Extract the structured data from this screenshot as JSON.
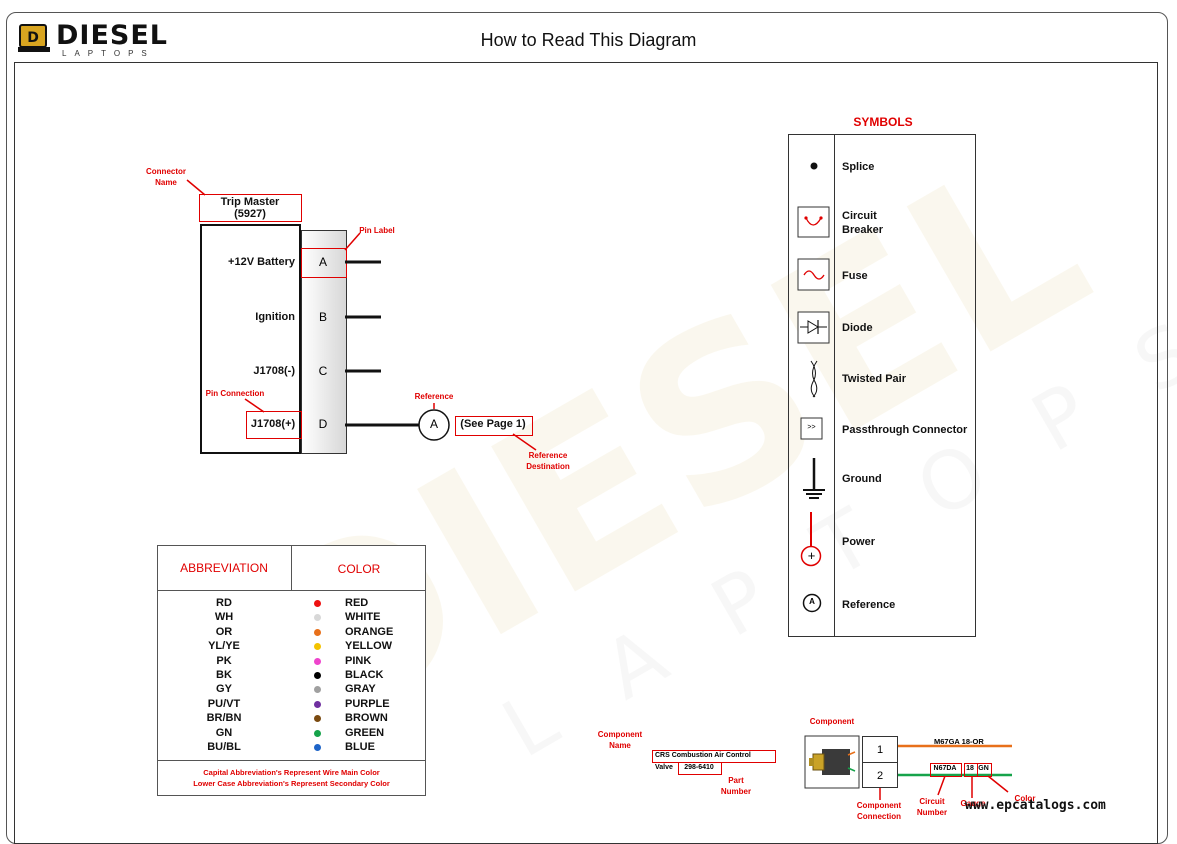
{
  "header": {
    "title": "How to Read This Diagram",
    "logo_text": "DIESEL",
    "logo_sub": "LAPTOPS"
  },
  "connector_diagram": {
    "connector_name_annotation": "Connector Name",
    "connector_title": "Trip Master",
    "connector_id": "(5927)",
    "pin_label_annotation": "Pin Label",
    "pin_connection_annotation": "Pin Connection",
    "reference_annotation": "Reference",
    "reference_destination_annotation": "Reference Destination",
    "reference_letter": "A",
    "reference_destination": "(See Page 1)",
    "pins": [
      {
        "name": "+12V Battery",
        "label": "A"
      },
      {
        "name": "Ignition",
        "label": "B"
      },
      {
        "name": "J1708(-)",
        "label": "C"
      },
      {
        "name": "J1708(+)",
        "label": "D"
      }
    ]
  },
  "symbols": {
    "title": "SYMBOLS",
    "items": [
      {
        "label": "Splice",
        "icon": "splice-icon"
      },
      {
        "label": "Circuit Breaker",
        "icon": "circuit-breaker-icon"
      },
      {
        "label": "Fuse",
        "icon": "fuse-icon"
      },
      {
        "label": "Diode",
        "icon": "diode-icon"
      },
      {
        "label": "Twisted Pair",
        "icon": "twisted-pair-icon"
      },
      {
        "label": "Passthrough Connector",
        "icon": "passthrough-connector-icon",
        "glyph": ">>"
      },
      {
        "label": "Ground",
        "icon": "ground-icon"
      },
      {
        "label": "Power",
        "icon": "power-icon",
        "glyph": "+"
      },
      {
        "label": "Reference",
        "icon": "reference-icon",
        "glyph": "A"
      }
    ]
  },
  "abbreviations": {
    "header_abbr": "ABBREVIATION",
    "header_color": "COLOR",
    "rows": [
      {
        "abbr": "RD",
        "color": "RED",
        "hex": "#ee1111"
      },
      {
        "abbr": "WH",
        "color": "WHITE",
        "hex": "#d8d8d8"
      },
      {
        "abbr": "OR",
        "color": "ORANGE",
        "hex": "#e8701a"
      },
      {
        "abbr": "YL/YE",
        "color": "YELLOW",
        "hex": "#f3c300"
      },
      {
        "abbr": "PK",
        "color": "PINK",
        "hex": "#ee44cc"
      },
      {
        "abbr": "BK",
        "color": "BLACK",
        "hex": "#000000"
      },
      {
        "abbr": "GY",
        "color": "GRAY",
        "hex": "#a0a0a0"
      },
      {
        "abbr": "PU/VT",
        "color": "PURPLE",
        "hex": "#7030a0"
      },
      {
        "abbr": "BR/BN",
        "color": "BROWN",
        "hex": "#7a4a10"
      },
      {
        "abbr": "GN",
        "color": "GREEN",
        "hex": "#16a34a"
      },
      {
        "abbr": "BU/BL",
        "color": "BLUE",
        "hex": "#1e64c8"
      }
    ],
    "note_line1": "Capital Abbreviation's Represent Wire Main Color",
    "note_line2": "Lower Case Abbreviation's Represent Secondary Color"
  },
  "component_example": {
    "component_name_annotation": "Component Name",
    "component_name_line1": "CRS Combustion Air Control",
    "component_name_line2": "Valve",
    "part_number": "298-6410",
    "part_number_annotation": "Part Number",
    "component_annotation": "Component",
    "component_connection_annotation": "Component Connection",
    "circuit_number_annotation": "Circuit Number",
    "gauge_annotation": "Gauge",
    "color_annotation": "Color",
    "pins": [
      "1",
      "2"
    ],
    "wire_top_label": "M67GA 18-OR",
    "circuit_number": "N67DA",
    "gauge": "18",
    "wire_color": "GN"
  },
  "watermark_url": "www.epcatalogs.com",
  "colors": {
    "accent_red": "#e00000",
    "wire_orange": "#e8701a",
    "wire_green": "#16a34a"
  }
}
